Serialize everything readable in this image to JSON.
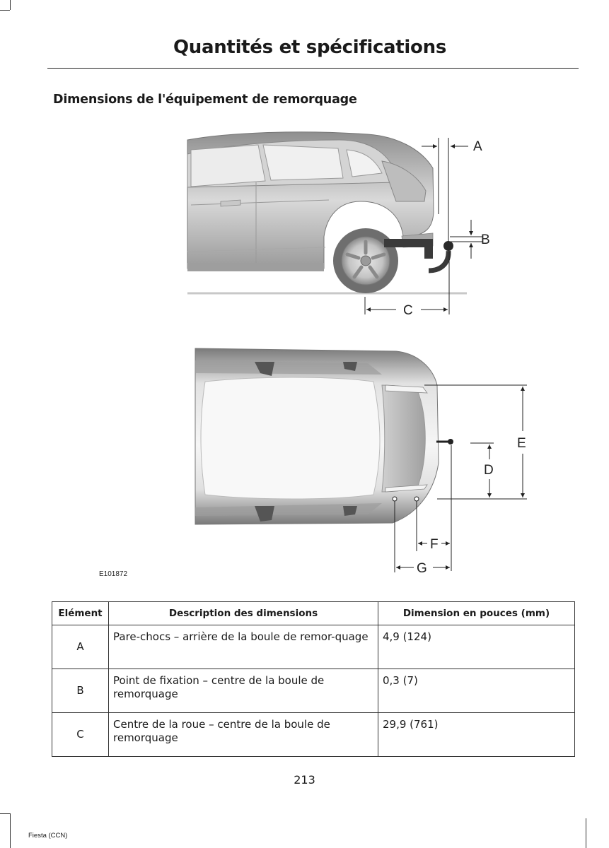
{
  "page": {
    "title": "Quantités et spécifications",
    "section_heading": "Dimensions de l'équipement de remorquage",
    "page_number": "213",
    "footer_model": "Fiesta (CCN)"
  },
  "figure": {
    "code": "E101872",
    "labels": {
      "a": "A",
      "b": "B",
      "c": "C",
      "d": "D",
      "e": "E",
      "f": "F",
      "g": "G"
    }
  },
  "table": {
    "headers": {
      "element": "Elément",
      "description": "Description des dimensions",
      "dimension": "Dimension en pouces (mm)"
    },
    "rows": [
      {
        "element": "A",
        "description": "Pare-chocs – arrière de la boule de remor-quage",
        "dimension": "4,9 (124)"
      },
      {
        "element": "B",
        "description": "Point de fixation – centre de la boule de remorquage",
        "dimension": "0,3 (7)"
      },
      {
        "element": "C",
        "description": "Centre de la roue – centre de la boule de remorquage",
        "dimension": "29,9 (761)"
      }
    ]
  }
}
